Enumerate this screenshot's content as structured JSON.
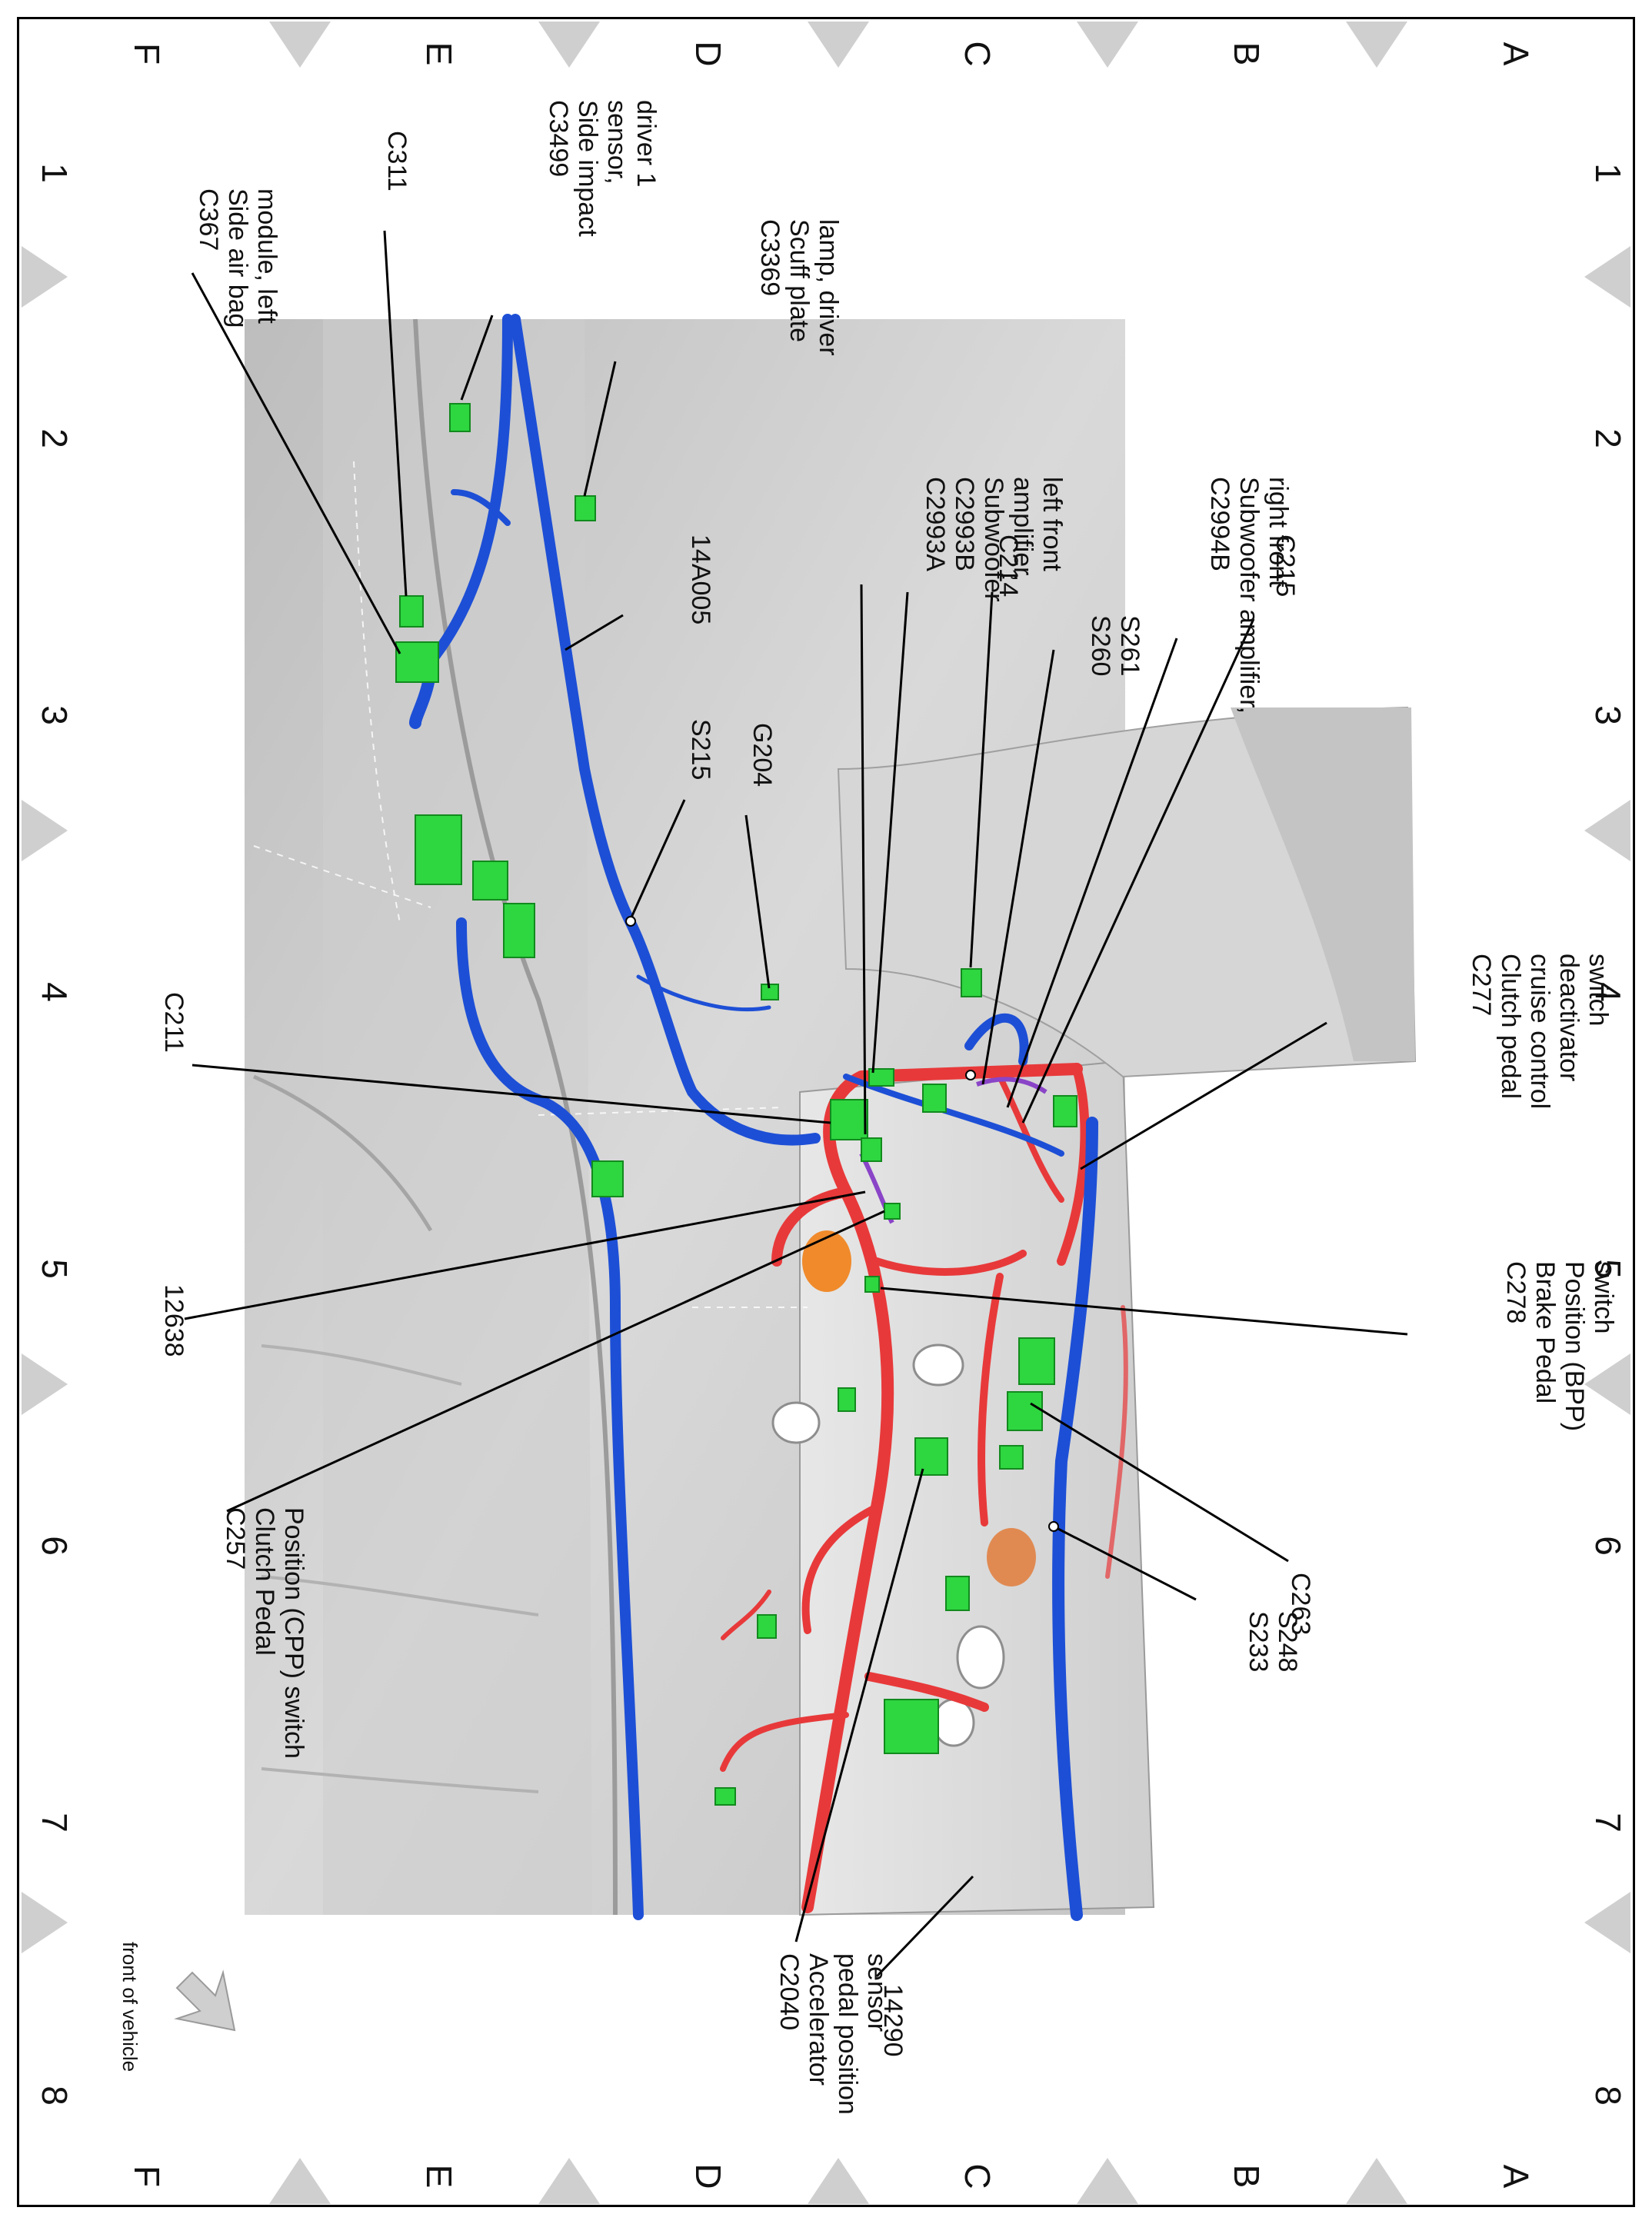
{
  "grid": {
    "columns": [
      "1",
      "2",
      "3",
      "4",
      "5",
      "6",
      "7",
      "8"
    ],
    "rows": [
      "A",
      "B",
      "C",
      "D",
      "E",
      "F"
    ]
  },
  "callouts": {
    "c3499": [
      "C3499",
      "Side impact",
      "sensor,",
      "driver 1"
    ],
    "c3369": [
      "C3369",
      "Scuff plate",
      "lamp, driver"
    ],
    "c311": [
      "C311"
    ],
    "c367": [
      "C367",
      "Side air bag",
      "module, left"
    ],
    "h14a005": [
      "14A005"
    ],
    "s215": [
      "S215"
    ],
    "g204": [
      "G204"
    ],
    "c2993": [
      "C2993A",
      "C2993B",
      "Subwoofer",
      "amplifier,",
      "left front"
    ],
    "c214": [
      "C214"
    ],
    "s260": [
      "S260",
      "S261"
    ],
    "c2994b": [
      "C2994B",
      "Subwoofer amplifier,",
      "right front"
    ],
    "c215": [
      "C215"
    ],
    "c277": [
      "C277",
      "Clutch pedal",
      "cruise control",
      "deactivator",
      "switch"
    ],
    "c211": [
      "C211"
    ],
    "h12638": [
      "12638"
    ],
    "c257": [
      "C257",
      "Clutch Pedal",
      "Position (CPP) switch"
    ],
    "c278": [
      "C278",
      "Brake Pedal",
      "Position (BPP)",
      "switch"
    ],
    "c263": [
      "C263"
    ],
    "s233": [
      "S233",
      "S248"
    ],
    "c2040": [
      "C2040",
      "Accelerator",
      "pedal position",
      "sensor"
    ],
    "h14290": [
      "14290"
    ]
  },
  "orientation": {
    "label": "front of vehicle",
    "icon": "arrow-icon"
  },
  "colors": {
    "harness_blue": "#1d4fd6",
    "harness_red": "#e8393a",
    "connector_green": "#2ed640",
    "body_gray": "#c9c9c9",
    "grid_marker": "#cfcfcf"
  }
}
